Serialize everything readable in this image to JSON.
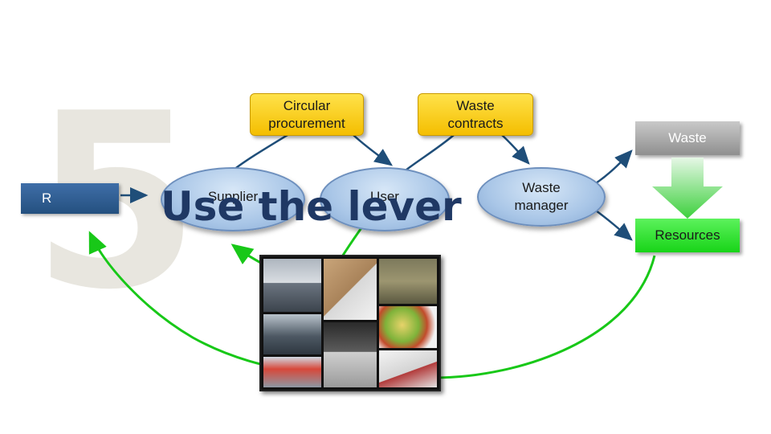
{
  "slide": {
    "number": "5",
    "title": "Use the lever"
  },
  "nodes": {
    "procurement": "Circular procurement",
    "waste_contracts": "Waste contracts",
    "supplier": "Supplier",
    "user": "User",
    "waste_manager": "Waste manager",
    "waste": "Waste",
    "resources": "Resources",
    "left_box": "R"
  },
  "colors": {
    "yellow": "#f4be00",
    "ellipse": "#a9c6e7",
    "arrow_blue": "#1f4e79",
    "green": "#18d418",
    "grey": "#9a9a9a",
    "title": "#1f3864"
  }
}
